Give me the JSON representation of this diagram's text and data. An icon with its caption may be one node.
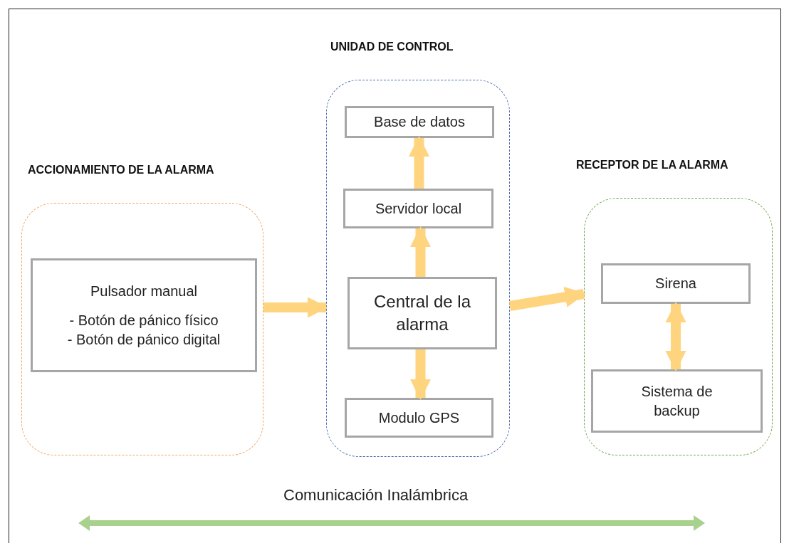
{
  "diagram": {
    "nodes": [
      {
        "text": [
          "ACCIONAMIENTO DE LA ALARMA"
        ]
      },
      {
        "text": [
          "Pulsador manual",
          "- Botón de pánico físico",
          "- Botón de pánico digital"
        ],
        "in": 0
      },
      {
        "text": [
          "UNIDAD DE CONTROL"
        ]
      },
      {
        "text": [
          "Base de datos"
        ],
        "in": 2
      },
      {
        "text": [
          "Servidor local"
        ],
        "in": 2
      },
      {
        "text": [
          "Central de la alarma"
        ],
        "in": 2
      },
      {
        "text": [
          "Modulo GPS"
        ],
        "in": 2
      },
      {
        "text": [
          "RECEPTOR DE LA ALARMA"
        ]
      },
      {
        "text": [
          "Sirena"
        ],
        "in": 7
      },
      {
        "text": [
          "Sistema de backup"
        ],
        "in": 7
      }
    ],
    "edges": [
      {
        "from": 0,
        "to": 2,
        "arrow": "to"
      },
      {
        "from": 2,
        "to": 7,
        "arrow": "to"
      },
      {
        "from": 5,
        "to": 4,
        "arrow": "to"
      },
      {
        "from": 4,
        "to": 3,
        "arrow": "to"
      },
      {
        "from": 5,
        "to": 6,
        "arrow": "to"
      },
      {
        "from": 8,
        "to": 9,
        "arrow": "both"
      }
    ],
    "labels": [
      "Comunicación Inalámbrica"
    ]
  }
}
